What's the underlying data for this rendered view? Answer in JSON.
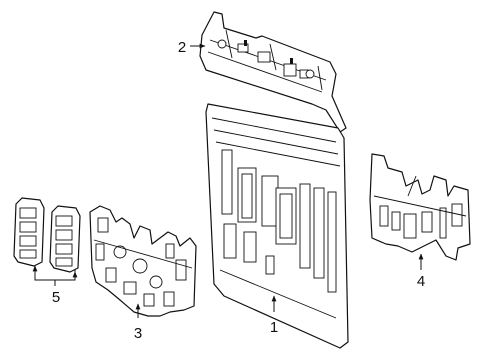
{
  "callouts": [
    {
      "id": "part-1",
      "label": "1"
    },
    {
      "id": "part-2",
      "label": "2"
    },
    {
      "id": "part-3",
      "label": "3"
    },
    {
      "id": "part-4",
      "label": "4"
    },
    {
      "id": "part-5",
      "label": "5"
    }
  ]
}
